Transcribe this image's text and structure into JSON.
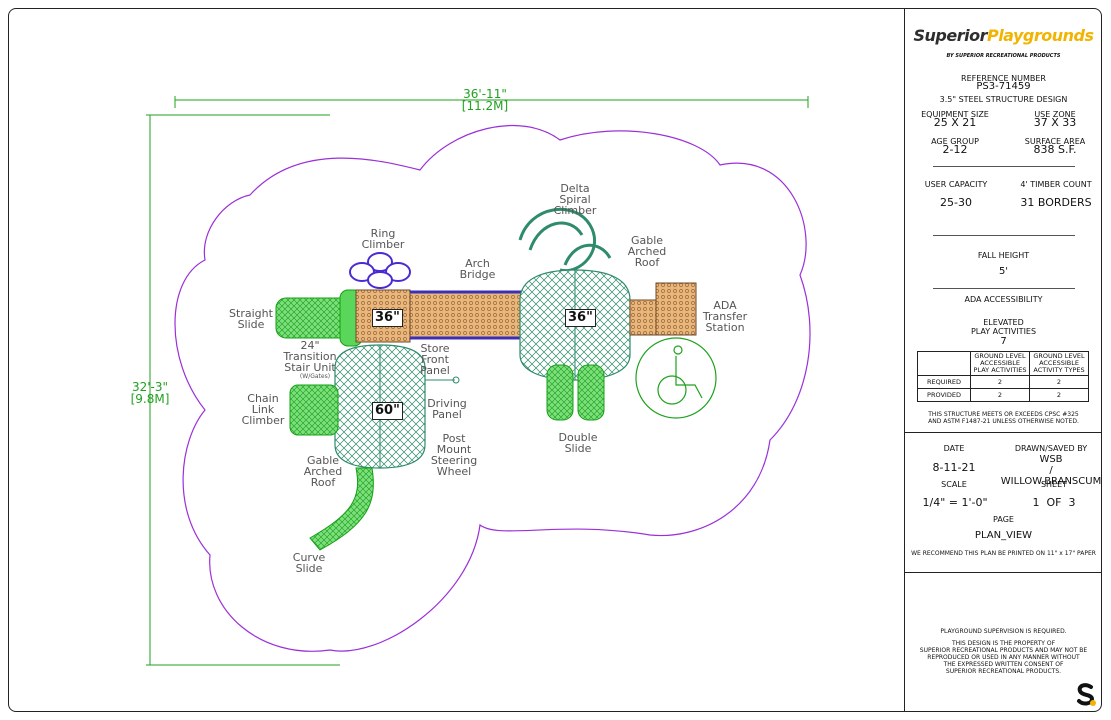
{
  "plan": {
    "dimensions": {
      "width": "36'-11\"\n[11.2M]",
      "height": "32'-3\"\n[9.8M]"
    },
    "labels": {
      "delta_spiral_climber": "Delta\nSpiral\nClimber",
      "gable_arched_roof_right": "Gable\nArched\nRoof",
      "ring_climber": "Ring\nClimber",
      "arch_bridge": "Arch\nBridge",
      "straight_slide": "Straight\nSlide",
      "ada_transfer_station": "ADA\nTransfer\nStation",
      "transition_stair": "24\"\nTransition\nStair Unit",
      "store_front_panel": "Store\nFront\nPanel",
      "w_gates": "(W/Gates)",
      "chain_link_climber": "Chain\nLink\nClimber",
      "driving_panel": "Driving\nPanel",
      "post_mount_steering": "Post\nMount\nSteering\nWheel",
      "gable_arched_roof_left": "Gable\nArched\nRoof",
      "double_slide": "Double\nSlide",
      "curve_slide": "Curve\nSlide"
    },
    "deck_tags": {
      "deck_a": "36\"",
      "deck_b": "36\"",
      "deck_c": "60\""
    }
  },
  "title_block": {
    "brand_part1": "Superior",
    "brand_part2": "Playgrounds",
    "brand_tagline": "BY SUPERIOR RECREATIONAL PRODUCTS",
    "reference_label": "REFERENCE NUMBER",
    "reference_number": "PS3-71459",
    "structure_design": "3.5\" STEEL STRUCTURE DESIGN",
    "equipment_size_label": "EQUIPMENT SIZE",
    "equipment_size": "25 X 21",
    "use_zone_label": "USE ZONE",
    "use_zone": "37 X 33",
    "age_group_label": "AGE GROUP",
    "age_group": "2-12",
    "surface_area_label": "SURFACE AREA",
    "surface_area": "838 S.F.",
    "user_capacity_label": "USER CAPACITY",
    "user_capacity": "25-30",
    "timber_count_label": "4' TIMBER COUNT",
    "timber_count": "31 BORDERS",
    "fall_height_label": "FALL HEIGHT",
    "fall_height": "5'",
    "ada_label": "ADA ACCESSIBILITY",
    "elevated_label": "ELEVATED\nPLAY ACTIVITIES",
    "elevated_value": "7",
    "table": {
      "headers": [
        "",
        "GROUND LEVEL\nACCESSIBLE\nPLAY ACTIVITIES",
        "GROUND LEVEL\nACCESSIBLE\nACTIVITY TYPES"
      ],
      "rows": [
        {
          "label": "REQUIRED",
          "a": "2",
          "b": "2"
        },
        {
          "label": "PROVIDED",
          "a": "2",
          "b": "2"
        }
      ]
    },
    "cpsc_note": "THIS STRUCTURE MEETS OR EXCEEDS CPSC #325\nAND ASTM F1487-21 UNLESS OTHERWISE NOTED.",
    "date_label": "DATE",
    "date": "8-11-21",
    "drawn_label": "DRAWN/SAVED BY",
    "drawn_by": "WSB\n/ WILLOW.BRANSCUM",
    "scale_label": "SCALE",
    "scale": "1/4\" = 1'-0\"",
    "sheet_label": "SHEET",
    "sheet": "1  OF  3",
    "page_label": "PAGE",
    "page": "PLAN_VIEW",
    "print_note": "WE RECOMMEND THIS PLAN BE PRINTED ON 11\" x 17\" PAPER",
    "supervision_note": "PLAYGROUND SUPERVISION IS REQUIRED.",
    "property_note": "THIS DESIGN IS THE PROPERTY OF\nSUPERIOR RECREATIONAL PRODUCTS AND MAY NOT BE\nREPRODUCED OR USED IN ANY MANNER WITHOUT\nTHE EXPRESSED WRITTEN CONSENT OF\nSUPERIOR RECREATIONAL PRODUCTS."
  },
  "colors": {
    "use_zone": "#9b30d9",
    "dimension": "#1fa21f",
    "slide_green": "#22c422",
    "deck_brown": "#d9a066",
    "roof_teal": "#2e8b6b",
    "ring_purple": "#4b2bd1",
    "brand_yellow": "#f2b400"
  }
}
